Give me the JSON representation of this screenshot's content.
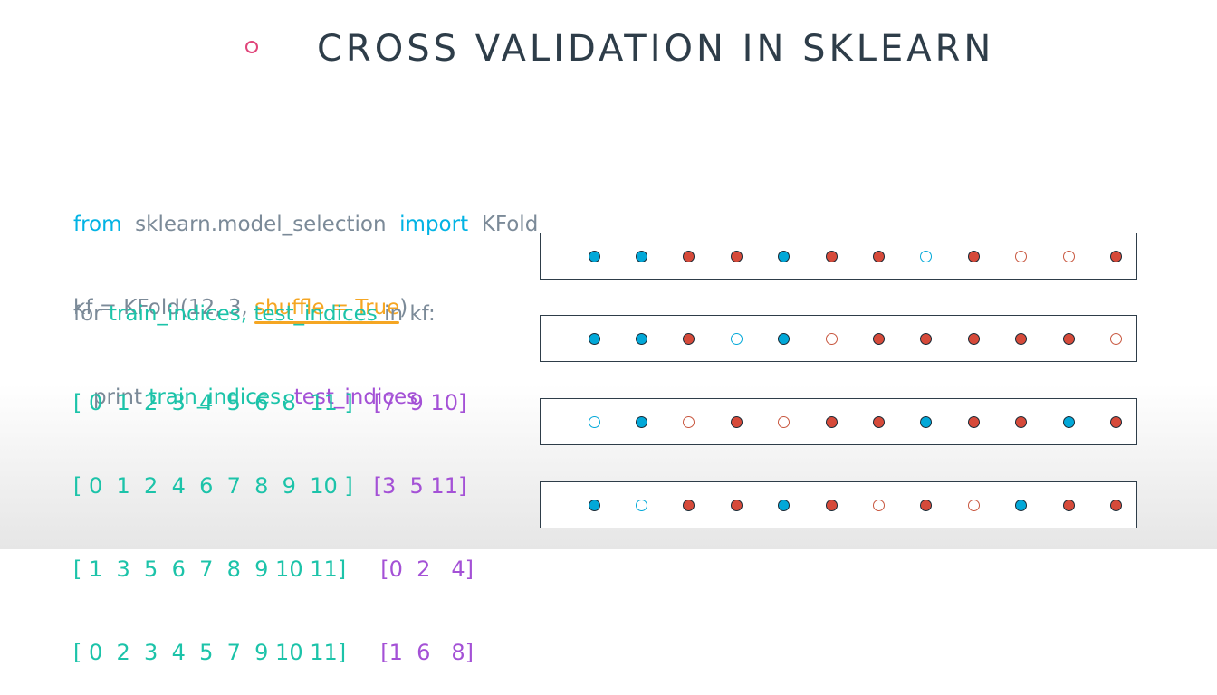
{
  "title": "CROSS VALIDATION IN SKLEARN",
  "code": {
    "import_from": "from",
    "import_module": "sklearn.model_selection",
    "import_kw": "import",
    "import_name": "KFold",
    "kf_prefix": "kf = KFold(12, 3, ",
    "kf_shuffle": "shuffle = True",
    "kf_suffix": ")",
    "for_kw": "for",
    "for_train": "train_indices,",
    "for_test": "test_indices",
    "for_in": "in kf:",
    "print_kw": "print",
    "print_train": "train_indices,",
    "print_test": "test_indices"
  },
  "outputs": [
    {
      "train": "[ 0  1  2  3  4  5  6  8  11 ]",
      "test": "[7  9 10]"
    },
    {
      "train": "[ 0  1  2  4  6  7  8  9  10 ]",
      "test": "[3  5 11]"
    },
    {
      "train": "[ 1  3  5  6  7  8  9 10 11]",
      "test": "[0  2   4]"
    },
    {
      "train": "[ 0  2  3  4  5  7  9 10 11]",
      "test": "[1  6   8]"
    }
  ],
  "colors": {
    "train_blue": "#02a8d8",
    "train_red": "#d64a3a",
    "keyword": "#02b3e4",
    "train_text": "#1cc3a9",
    "test_text": "#a451d6",
    "highlight": "#f5a623"
  },
  "folds": [
    [
      "train-blue",
      "train-blue",
      "train-red",
      "train-red",
      "train-blue",
      "train-red",
      "train-red",
      "test-blue",
      "train-red",
      "test-red",
      "test-red",
      "train-red"
    ],
    [
      "train-blue",
      "train-blue",
      "train-red",
      "test-blue",
      "train-blue",
      "test-red",
      "train-red",
      "train-red",
      "train-red",
      "train-red",
      "train-red",
      "test-red"
    ],
    [
      "test-blue",
      "train-blue",
      "test-red",
      "train-red",
      "test-red",
      "train-red",
      "train-red",
      "train-blue",
      "train-red",
      "train-red",
      "train-blue",
      "train-red"
    ],
    [
      "train-blue",
      "test-blue",
      "train-red",
      "train-red",
      "train-blue",
      "train-red",
      "test-red",
      "train-red",
      "test-red",
      "train-blue",
      "train-red",
      "train-red"
    ]
  ]
}
